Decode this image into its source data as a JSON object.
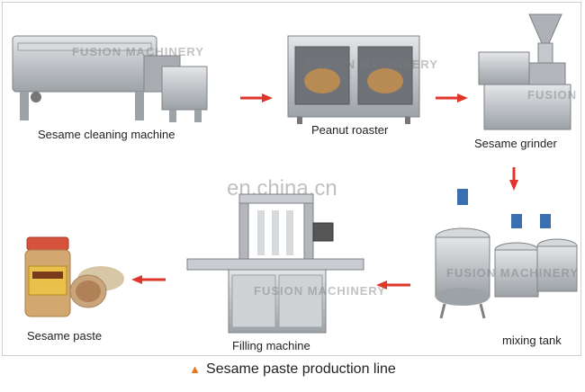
{
  "steps": {
    "cleaning": "Sesame cleaning machine",
    "roaster": "Peanut roaster",
    "grinder": "Sesame grinder",
    "mixing": "mixing tank",
    "filling": "Filling machine",
    "paste": "Sesame paste"
  },
  "watermarks": {
    "brand": "FUSION MACHINERY",
    "brand_short": "FUSION",
    "site": "en.china.cn"
  },
  "caption": "Sesame paste production line",
  "colors": {
    "arrow": "#e0352b",
    "caption_marker": "#e8781e",
    "steel": "#c9ccd0",
    "steel_dark": "#8d9297"
  }
}
